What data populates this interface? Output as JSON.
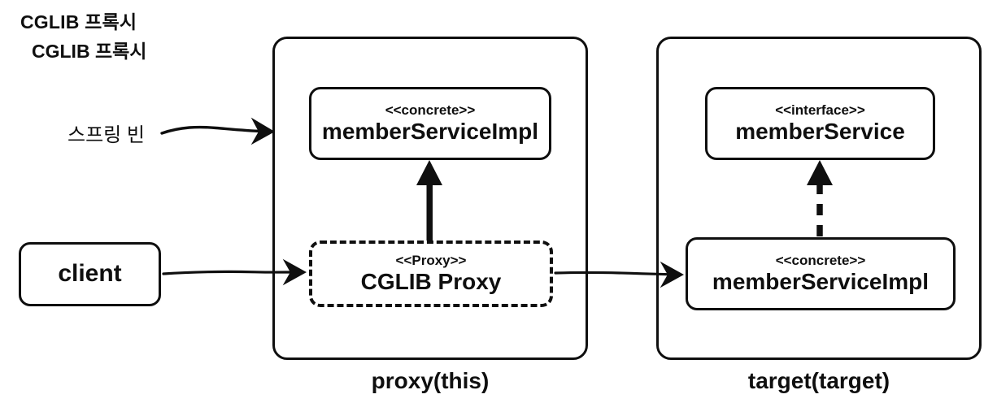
{
  "titles": {
    "line1": "CGLIB 프록시",
    "line2": "CGLIB 프록시"
  },
  "annotations": {
    "spring_bean": "스프링 빈"
  },
  "client": {
    "label": "client"
  },
  "proxy_container": {
    "caption": "proxy(this)",
    "top_box": {
      "stereotype": "<<concrete>>",
      "name": "memberServiceImpl"
    },
    "bottom_box": {
      "stereotype": "<<Proxy>>",
      "name": "CGLIB Proxy"
    }
  },
  "target_container": {
    "caption": "target(target)",
    "top_box": {
      "stereotype": "<<interface>>",
      "name": "memberService"
    },
    "bottom_box": {
      "stereotype": "<<concrete>>",
      "name": "memberServiceImpl"
    }
  },
  "arrows": {
    "spring_bean_to_proxy_container": "hand-drawn right arrow",
    "client_to_cglib_proxy": "hand-drawn right arrow",
    "cglib_proxy_to_target_impl": "hand-drawn right arrow",
    "cglib_proxy_extends_impl": "solid up arrow",
    "impl_implements_interface": "dashed up arrow"
  },
  "colors": {
    "ink": "#0f0f0f",
    "background": "#ffffff"
  }
}
